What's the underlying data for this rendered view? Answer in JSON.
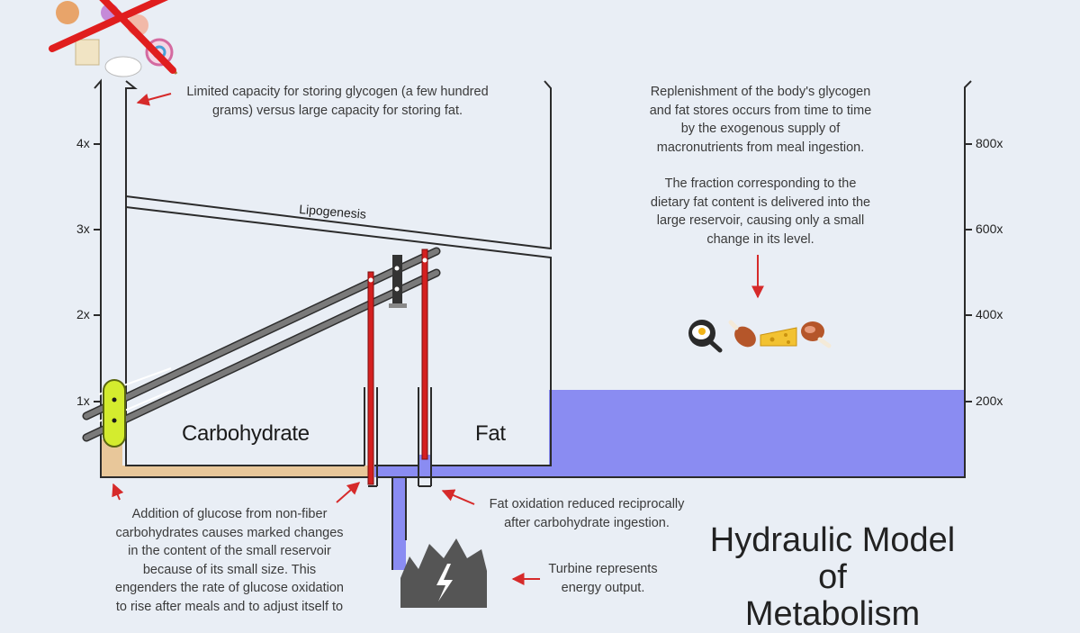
{
  "notes": {
    "limited_capacity": [
      "Limited capacity for storing glycogen (a few hundred",
      "grams) versus large capacity for storing fat."
    ],
    "replenishment": [
      "Replenishment of the body's glycogen",
      "and fat stores occurs from time to time",
      "by the exogenous supply of",
      "macronutrients from meal ingestion.",
      "",
      "The fraction corresponding to the",
      "dietary fat content is delivered into the",
      "large reservoir, causing only a small",
      "change in its level."
    ],
    "glucose_addition": [
      "Addition of glucose from non-fiber",
      "carbohydrates causes marked changes",
      "in the content of the small reservoir",
      "because of its small size. This",
      "engenders the rate of glucose oxidation",
      "to rise after meals and to adjust itself to"
    ],
    "fat_oxidation": [
      "Fat oxidation reduced reciprocally",
      "after carbohydrate ingestion."
    ],
    "turbine": [
      "Turbine represents",
      "energy output."
    ]
  },
  "labels": {
    "lipogenesis": "Lipogenesis",
    "carbohydrate": "Carbohydrate",
    "fat": "Fat"
  },
  "title_lines": [
    "Hydraulic Model",
    "of",
    "Metabolism"
  ],
  "left_axis": [
    "4x",
    "3x",
    "2x",
    "1x"
  ],
  "right_axis": [
    "800x",
    "600x",
    "400x",
    "200x"
  ],
  "colors": {
    "fat_fluid": "#8a8cf2",
    "carb_fluid": "#e8c79a",
    "valve_yellow": "#d4ec2e",
    "rod_red": "#d42020",
    "arrow_red": "#d62a2a",
    "turbine_gray": "#555555"
  },
  "icons": {
    "crossed_food": "no-sugary-food-icon",
    "meal_items": [
      "fried-egg-icon",
      "chicken-leg-icon",
      "cheese-icon",
      "ham-icon"
    ]
  }
}
